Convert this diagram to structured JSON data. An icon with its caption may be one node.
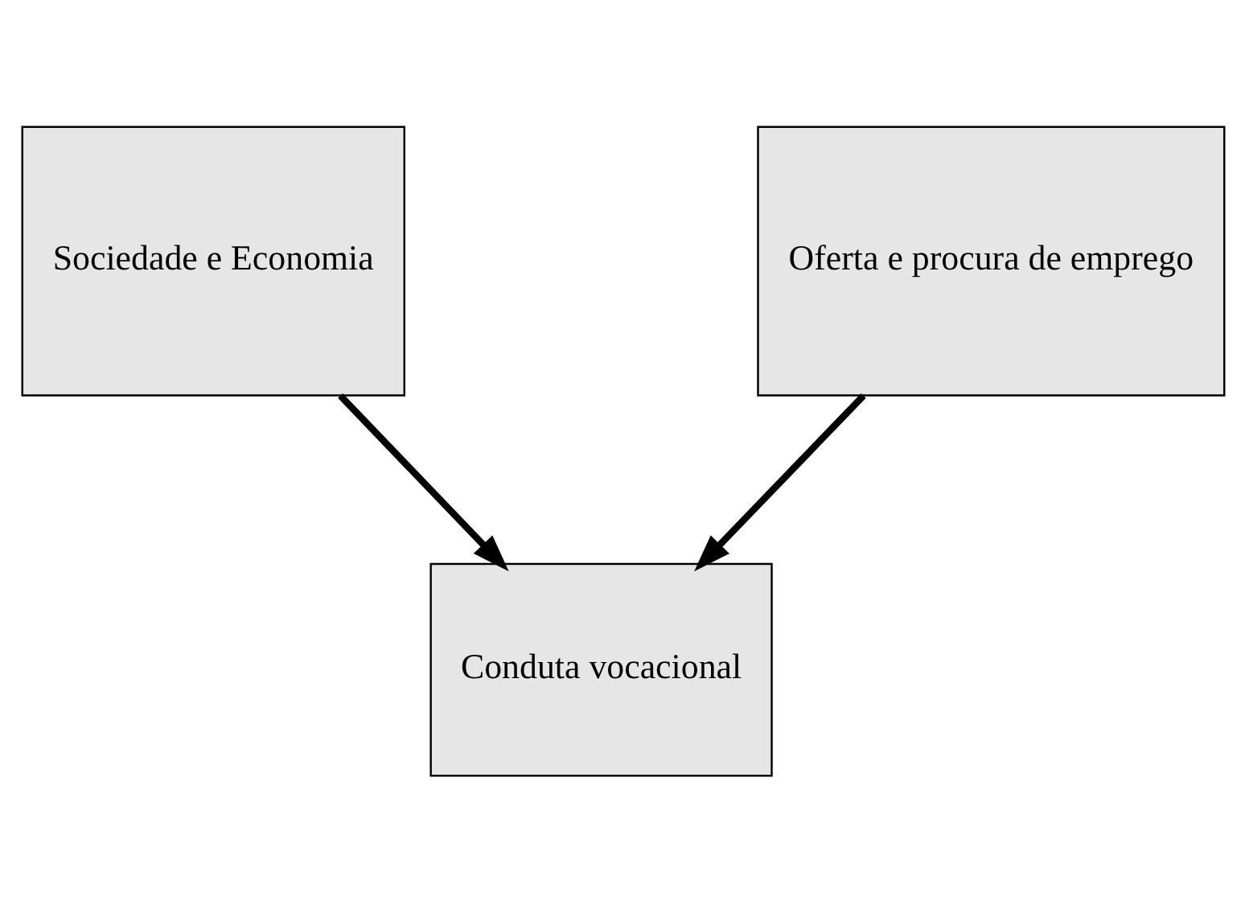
{
  "diagram": {
    "nodes": [
      {
        "text": [
          "Sociedade e Economia"
        ]
      },
      {
        "text": [
          "Oferta e procura de emprego"
        ]
      },
      {
        "text": [
          "Conduta vocacional"
        ]
      }
    ],
    "edges": [
      {
        "from": 0,
        "to": 2,
        "arrow": "to"
      },
      {
        "from": 1,
        "to": 2,
        "arrow": "to"
      }
    ]
  }
}
